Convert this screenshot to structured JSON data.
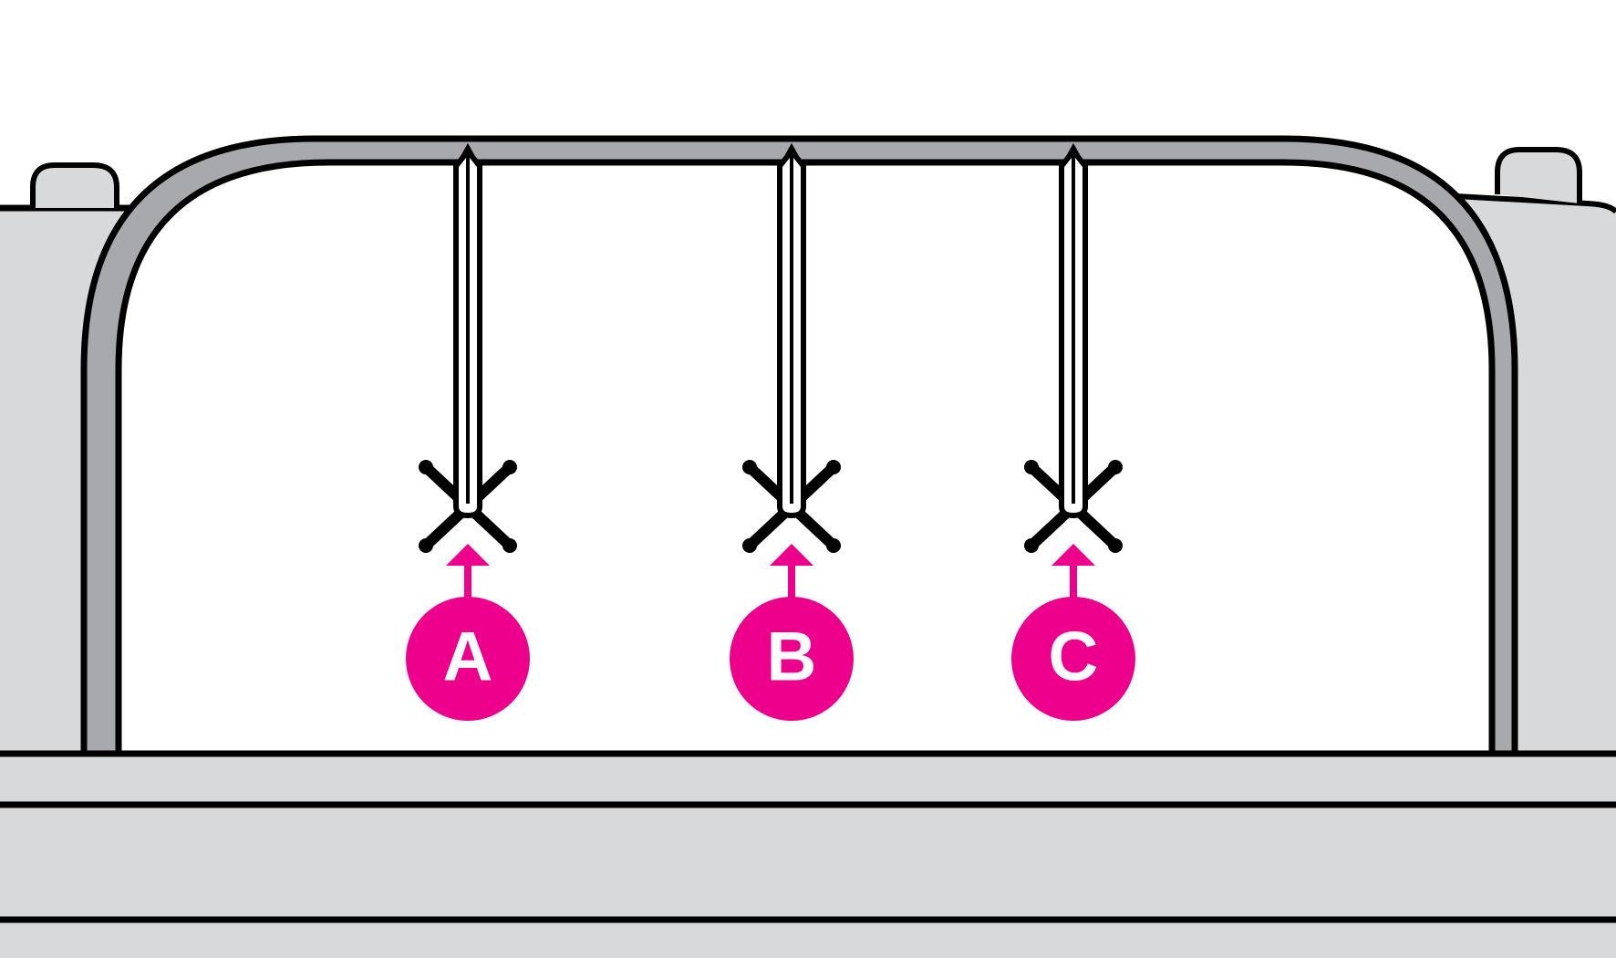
{
  "colors": {
    "background": "#ffffff",
    "panel_fill": "#d8d9db",
    "frame_fill": "#a8a9ac",
    "outline": "#000000",
    "accent": "#ec008c",
    "callout_text": "#ffffff"
  },
  "markers": [
    {
      "id": "a",
      "label": "A",
      "icon": "needle-position-icon"
    },
    {
      "id": "b",
      "label": "B",
      "icon": "needle-position-icon"
    },
    {
      "id": "c",
      "label": "C",
      "icon": "needle-position-icon"
    }
  ]
}
